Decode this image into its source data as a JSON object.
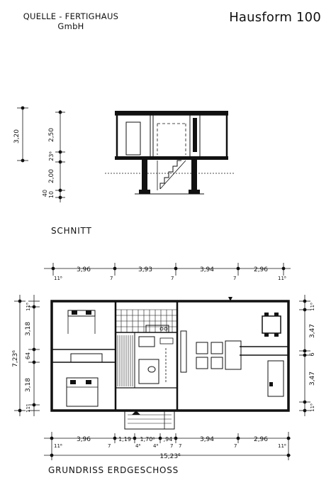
{
  "header": {
    "company_line1": "QUELLE - FERTIGHAUS",
    "company_line2": "GmbH",
    "title": "Hausform 100"
  },
  "labels": {
    "section": "SCHNITT",
    "plan": "GRUNDRISS ERDGESCHOSS"
  },
  "section_dims": {
    "d320": "3,20",
    "d250": "2,50",
    "d236": "23⁶",
    "d200": "2,00",
    "d40": "40",
    "d10": "10"
  },
  "top_dims": {
    "d396": "3,96",
    "d393": "3,93",
    "d394": "3,94",
    "d296": "2,96",
    "d118a": "11⁸",
    "d118b": "11⁸",
    "d7a": "7",
    "d7b": "7",
    "d7c": "7"
  },
  "left_dims": {
    "total": "7,23⁶",
    "d118a": "11⁸",
    "d318a": "3,18",
    "d64": "64",
    "d318b": "3,18",
    "d118b": "11⁸"
  },
  "right_dims": {
    "d118a": "11⁸",
    "d347a": "3,47",
    "d6": "6",
    "d347b": "3,47",
    "d118b": "11⁸"
  },
  "bottom_dims": {
    "d396": "3,96",
    "d119": "1,19",
    "d170": "1,70⁸",
    "d94": ",94",
    "d394": "3,94",
    "d296": "2,96",
    "total": "15,23⁶",
    "d118a": "11⁸",
    "d118b": "11⁸",
    "d7a": "7",
    "d46a": "4⁶",
    "d46b": "4⁶",
    "d7b": "7",
    "d7c": "7",
    "d7d": "7"
  }
}
